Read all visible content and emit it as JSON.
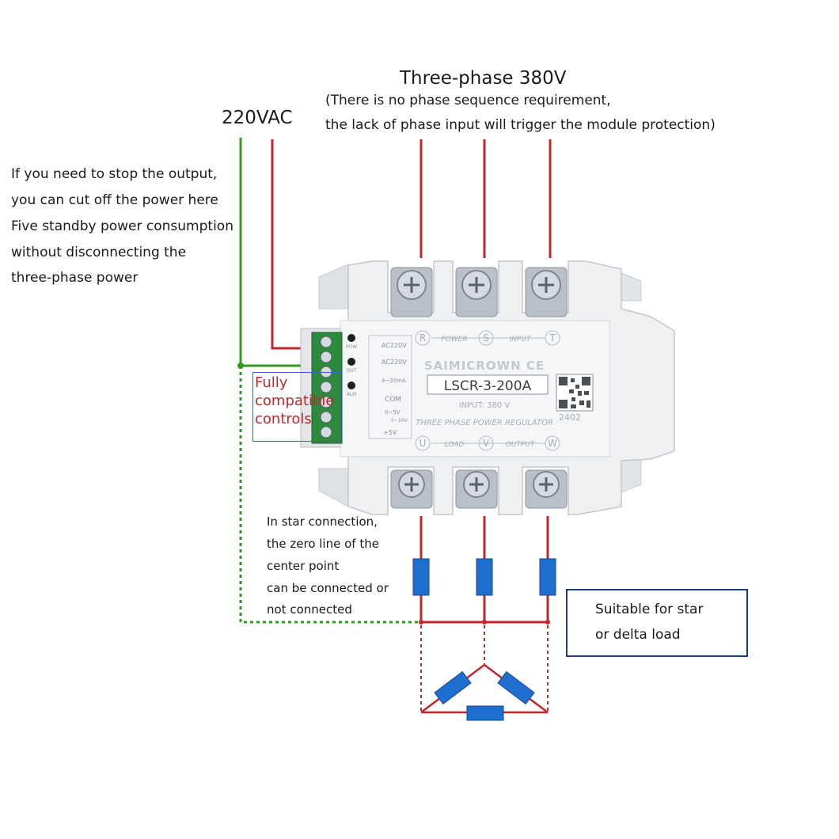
{
  "labels": {
    "three_phase_title": "Three-phase 380V",
    "phase_note_1": "(There is no phase sequence requirement,",
    "phase_note_2": "the lack of phase input will trigger the module protection)",
    "vac_title": "220VAC",
    "stop_note": [
      "If you need to stop the output,",
      "you can cut off the power here",
      "Five standby power consumption",
      "without disconnecting the",
      "three-phase power"
    ],
    "controls_note": [
      "Fully",
      "compatible",
      "controls"
    ],
    "star_note": [
      "In star connection,",
      "the zero line of the",
      " center point",
      "can be connected or",
      " not connected"
    ],
    "load_note": [
      "Suitable for star",
      "or delta load"
    ]
  },
  "module": {
    "brand": "SAIMICROWN CE",
    "model": "LSCR-3-200A",
    "input": "INPUT: 380 V",
    "description": "THREE PHASE POWER REGULATOR",
    "qr_code": "2402",
    "input_terminals": [
      "R",
      "S",
      "T"
    ],
    "output_terminals": [
      "U",
      "V",
      "W"
    ],
    "top_labels": [
      "POWER",
      "INPUT"
    ],
    "bottom_labels": [
      "LOAD",
      "OUTPUT"
    ],
    "indicators": [
      "POW",
      "OUT",
      "ALM"
    ],
    "control_terminals": [
      "AC220V",
      "AC220V",
      "4~20mA",
      "COM",
      "0~5V",
      "0~10V",
      "+5V"
    ]
  },
  "colors": {
    "phase_wire": "#c0272d",
    "control_wire": "#2e9a1e",
    "load_resistor": "#1e6fd0",
    "module_body": "#eef0f2",
    "terminal_block": "#2d8a3c"
  },
  "icons": {
    "terminal_screw": "phillips-screw-icon",
    "indicator_led": "indicator-led-icon",
    "qr": "qr-code-icon",
    "resistor": "resistor-icon"
  }
}
